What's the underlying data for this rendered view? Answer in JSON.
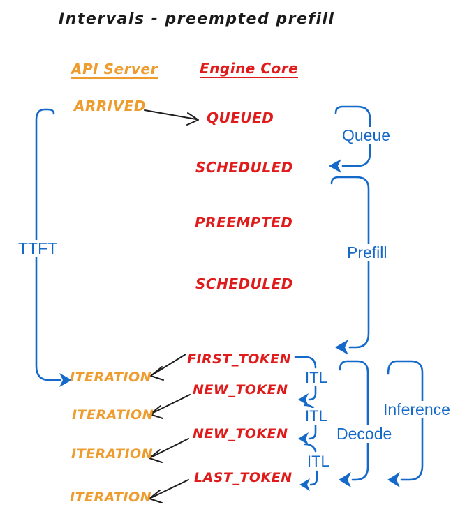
{
  "title": "Intervals - preempted prefill",
  "columns": {
    "api_server": "API Server",
    "engine_core": "Engine Core"
  },
  "api_events": {
    "arrived": "ARRIVED",
    "iterations": [
      "ITERATION",
      "ITERATION",
      "ITERATION",
      "ITERATION"
    ]
  },
  "engine_events": {
    "queued": "QUEUED",
    "scheduled1": "SCHEDULED",
    "preempted": "PREEMPTED",
    "scheduled2": "SCHEDULED",
    "first_token": "FIRST_TOKEN",
    "new_token1": "NEW_TOKEN",
    "new_token2": "NEW_TOKEN",
    "last_token": "LAST_TOKEN"
  },
  "intervals": {
    "ttft": "TTFT",
    "queue": "Queue",
    "prefill": "Prefill",
    "decode": "Decode",
    "inference": "Inference",
    "itl": [
      "ITL",
      "ITL",
      "ITL"
    ]
  },
  "colors": {
    "api_orange": "#ee9c2d",
    "engine_red": "#e01b1b",
    "interval_blue": "#1569c8",
    "ink_black": "#1d1d1d",
    "background": "#ffffff"
  }
}
